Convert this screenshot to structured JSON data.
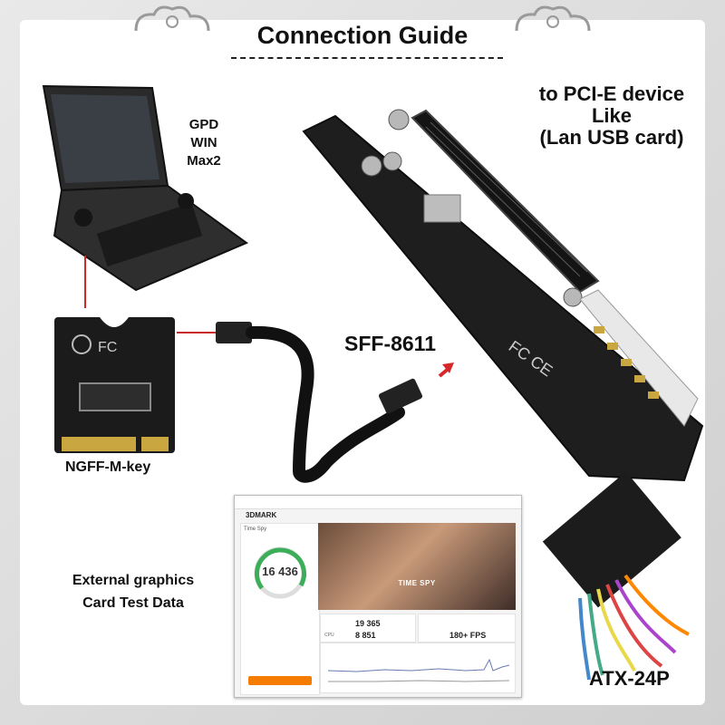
{
  "title": "Connection Guide",
  "labels": {
    "device": [
      "GPD",
      "WIN",
      "Max2"
    ],
    "pcie": [
      "to PCI-E device",
      "Like",
      "(Lan USB card)"
    ],
    "sff": "SFF-8611",
    "ngff": "NGFF-M-key",
    "graphics": [
      "External graphics",
      "Card Test Data"
    ],
    "atx": "ATX-24P"
  },
  "test_data": {
    "app": "3DMARK",
    "test_name": "Time Spy",
    "score": "16 436",
    "hero_label": "TIME SPY",
    "gpu_score": "19 365",
    "cpu_score": "8 851",
    "cpu_label": "CPU",
    "fps": "180+ FPS"
  },
  "colors": {
    "accent": "#f57c00",
    "connector_line": "#cc2a2a",
    "arrow": "#d62828",
    "board": "#1f1f1f"
  }
}
